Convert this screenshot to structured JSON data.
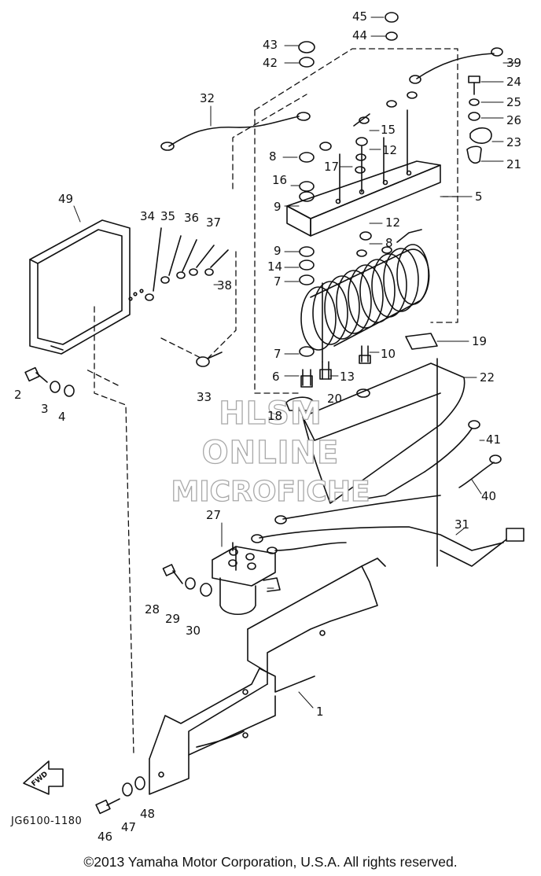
{
  "diagram_code": "JG6100-1180",
  "copyright": "©2013 Yamaha Motor Corporation, U.S.A. All rights reserved.",
  "watermark": {
    "line1": "HLSM",
    "line2": "ONLINE",
    "line3": "MICROFICHE"
  },
  "fwd_arrow_label": "FWD",
  "part_numbers": [
    "1",
    "2",
    "3",
    "4",
    "5",
    "6",
    "7",
    "8",
    "9",
    "10",
    "12",
    "13",
    "14",
    "15",
    "16",
    "17",
    "18",
    "19",
    "20",
    "21",
    "22",
    "23",
    "24",
    "25",
    "26",
    "27",
    "28",
    "29",
    "30",
    "31",
    "32",
    "33",
    "34",
    "35",
    "36",
    "37",
    "38",
    "39",
    "40",
    "41",
    "42",
    "43",
    "44",
    "45",
    "46",
    "47",
    "48",
    "49"
  ],
  "callouts": {
    "c45": "45",
    "c44": "44",
    "c43": "43",
    "c42": "42",
    "c39": "39",
    "c24": "24",
    "c25": "25",
    "c26": "26",
    "c23": "23",
    "c21": "21",
    "c32": "32",
    "c15": "15",
    "c12a": "12",
    "c8": "8",
    "c17": "17",
    "c16": "16",
    "c5": "5",
    "c9a": "9",
    "c49": "49",
    "c34": "34",
    "c35": "35",
    "c36": "36",
    "c37": "37",
    "c12b": "12",
    "c9b": "9",
    "c8b": "8",
    "c14": "14",
    "c7a": "7",
    "c38": "38",
    "c19": "19",
    "c7b": "7",
    "c10": "10",
    "c6": "6",
    "c13": "13",
    "c22": "22",
    "c2": "2",
    "c3": "3",
    "c4": "4",
    "c33": "33",
    "c20": "20",
    "c18": "18",
    "c41": "41",
    "c40": "40",
    "c27": "27",
    "c31": "31",
    "c28": "28",
    "c29": "29",
    "c30": "30",
    "c1": "1",
    "c46": "46",
    "c47": "47",
    "c48": "48"
  }
}
